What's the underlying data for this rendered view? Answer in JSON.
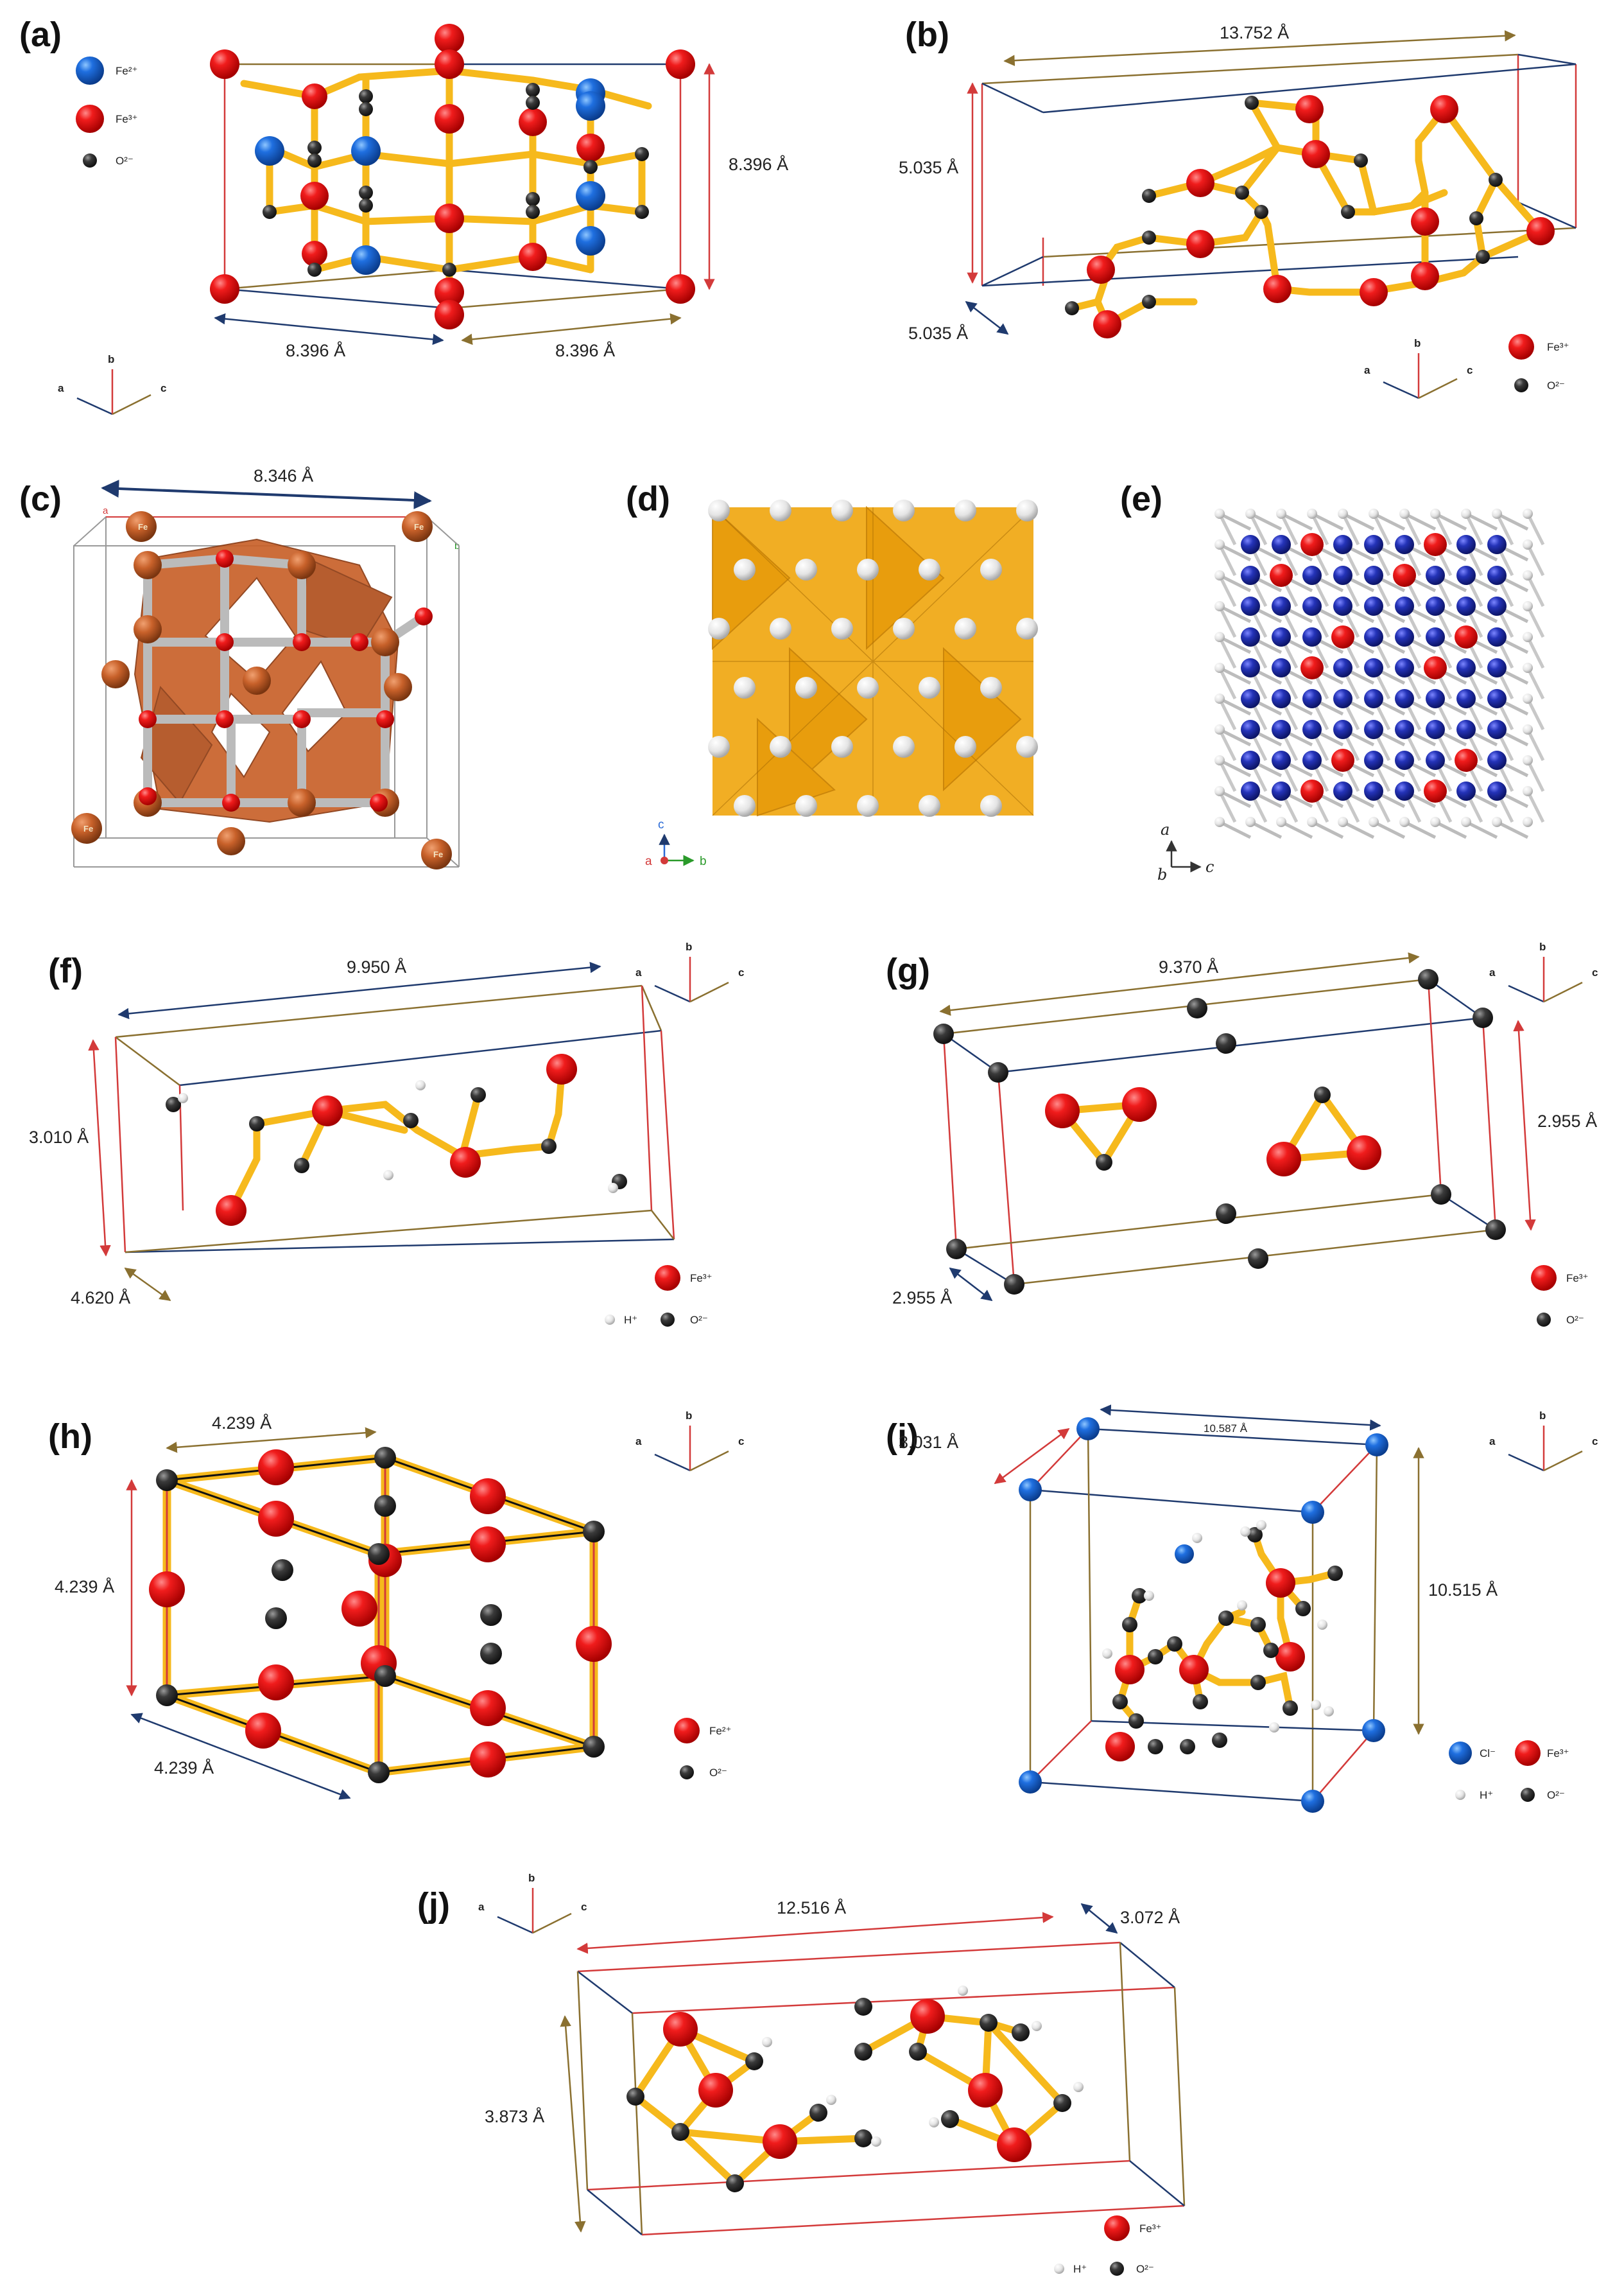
{
  "panels": {
    "a": {
      "label": "(a)",
      "dims": [
        "8.396 Å",
        "8.396 Å",
        "8.396 Å"
      ],
      "legend": [
        "Fe²⁺",
        "Fe³⁺",
        "O²⁻"
      ],
      "axes": [
        "a",
        "b",
        "c"
      ]
    },
    "b": {
      "label": "(b)",
      "dims": [
        "13.752 Å",
        "5.035 Å",
        "5.035 Å"
      ],
      "legend": [
        "Fe³⁺",
        "O²⁻"
      ],
      "axes": [
        "a",
        "b",
        "c"
      ]
    },
    "c": {
      "label": "(c)",
      "dims": [
        "8.346 Å"
      ],
      "atom_label": "Fe",
      "corner_labels": [
        "a",
        "b"
      ]
    },
    "d": {
      "label": "(d)",
      "axes": [
        "c",
        "a",
        "b"
      ]
    },
    "e": {
      "label": "(e)",
      "axes": [
        "a",
        "b",
        "c"
      ]
    },
    "f": {
      "label": "(f)",
      "dims": [
        "9.950 Å",
        "3.010 Å",
        "4.620 Å"
      ],
      "legend": [
        "Fe³⁺",
        "H⁺",
        "O²⁻"
      ],
      "axes": [
        "a",
        "b",
        "c"
      ]
    },
    "g": {
      "label": "(g)",
      "dims": [
        "9.370 Å",
        "2.955 Å",
        "2.955 Å"
      ],
      "legend": [
        "Fe³⁺",
        "O²⁻"
      ],
      "axes": [
        "a",
        "b",
        "c"
      ]
    },
    "h": {
      "label": "(h)",
      "dims": [
        "4.239 Å",
        "4.239 Å",
        "4.239 Å"
      ],
      "legend": [
        "Fe²⁺",
        "O²⁻"
      ],
      "axes": [
        "a",
        "b",
        "c"
      ]
    },
    "i": {
      "label": "(i)",
      "dims": [
        "3.031 Å",
        "10.587 Å",
        "10.515 Å"
      ],
      "legend": [
        "Cl⁻",
        "Fe³⁺",
        "H⁺",
        "O²⁻"
      ],
      "axes": [
        "a",
        "b",
        "c"
      ]
    },
    "j": {
      "label": "(j)",
      "dims": [
        "12.516 Å",
        "3.072 Å",
        "3.873 Å"
      ],
      "legend": [
        "Fe³⁺",
        "H⁺",
        "O²⁻"
      ],
      "axes": [
        "a",
        "b",
        "c"
      ]
    }
  },
  "colors": {
    "fe3": "#e8141a",
    "fe2_blue": "#1a66d6",
    "oxygen": "#2e2e2e",
    "hydrogen": "#eeeeee",
    "bond": "#f6b91c",
    "cl": "#1a66d6",
    "edge_red": "#d33a3a",
    "edge_navy": "#1f3a6e",
    "edge_olive": "#8a7030",
    "copper": "#c8612a",
    "amber": "#f0a50c",
    "blue_atom": "#2433b8"
  }
}
